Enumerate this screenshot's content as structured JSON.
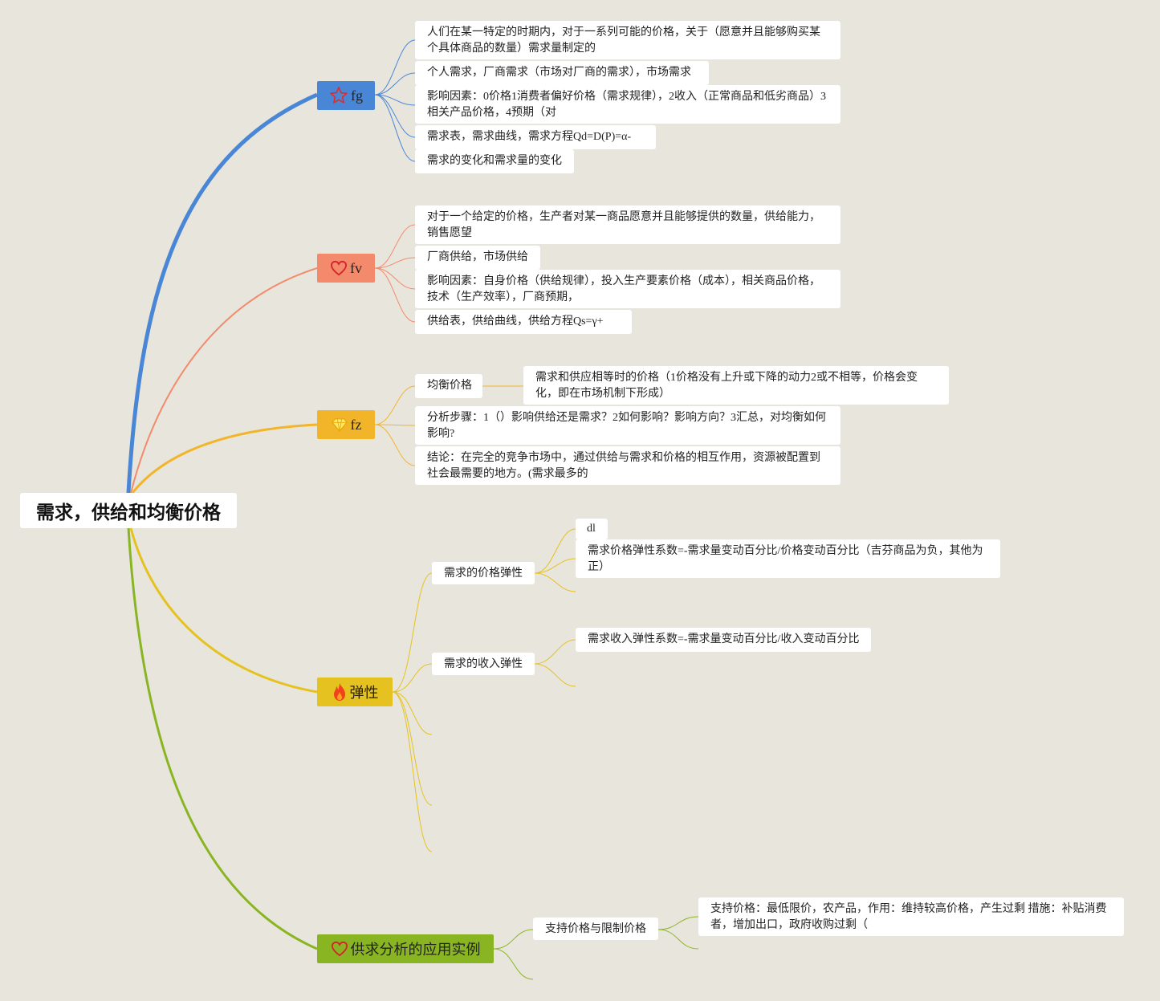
{
  "root": {
    "title": "需求，供给和均衡价格"
  },
  "branches": {
    "fg": {
      "label": "fg",
      "icon": "star-icon",
      "color": "#4a86d6"
    },
    "fv": {
      "label": "fv",
      "icon": "heart-icon",
      "color": "#f38a6c"
    },
    "fz": {
      "label": "fz",
      "icon": "diamond-icon",
      "color": "#f2b52a"
    },
    "elasticity": {
      "label": "弹性",
      "icon": "fire-icon",
      "color": "#e5c21f"
    },
    "application": {
      "label": "供求分析的应用实例",
      "icon": "heart-icon",
      "color": "#8ab522"
    }
  },
  "fg": {
    "items": [
      "人们在某一特定的时期内，对于一系列可能的价格，关于（愿意并且能够购买某个具体商品的数量）需求量制定的",
      "个人需求，厂商需求（市场对厂商的需求），市场需求",
      "影响因素：0价格1消费者偏好价格（需求规律），2收入（正常商品和低劣商品）3相关产品价格，4预期（对",
      "需求表，需求曲线，需求方程Qd=D(P)=α-",
      "需求的变化和需求量的变化"
    ]
  },
  "fv": {
    "items": [
      "对于一个给定的价格，生产者对某一商品愿意并且能够提供的数量，供给能力，销售愿望",
      "厂商供给，市场供给",
      "影响因素：自身价格（供给规律），投入生产要素价格（成本），相关商品价格，技术（生产效率），厂商预期，",
      "供给表，供给曲线，供给方程Qs=γ+"
    ]
  },
  "fz": {
    "equilibrium": {
      "label": "均衡价格",
      "detail": "需求和供应相等时的价格（1价格没有上升或下降的动力2或不相等，价格会变化，即在市场机制下形成）"
    },
    "items": [
      "分析步骤：1（）影响供给还是需求？2如何影响？影响方向？3汇总，对均衡如何影响?",
      "结论：在完全的竞争市场中，通过供给与需求和价格的相互作用，资源被配置到社会最需要的地方。(需求最多的"
    ]
  },
  "elasticity": {
    "price": {
      "label": "需求的价格弹性",
      "items": [
        "dl",
        "需求价格弹性系数=-需求量变动百分比/价格变动百分比（吉芬商品为负，其他为正）"
      ]
    },
    "income": {
      "label": "需求的收入弹性",
      "items": [
        "需求收入弹性系数=-需求量变动百分比/收入变动百分比"
      ]
    }
  },
  "application": {
    "support": {
      "label": "支持价格与限制价格",
      "items": [
        "支持价格：最低限价，农产品，作用：维持较高价格，产生过剩 措施：补贴消费者，增加出口，政府收购过剩（"
      ]
    }
  }
}
